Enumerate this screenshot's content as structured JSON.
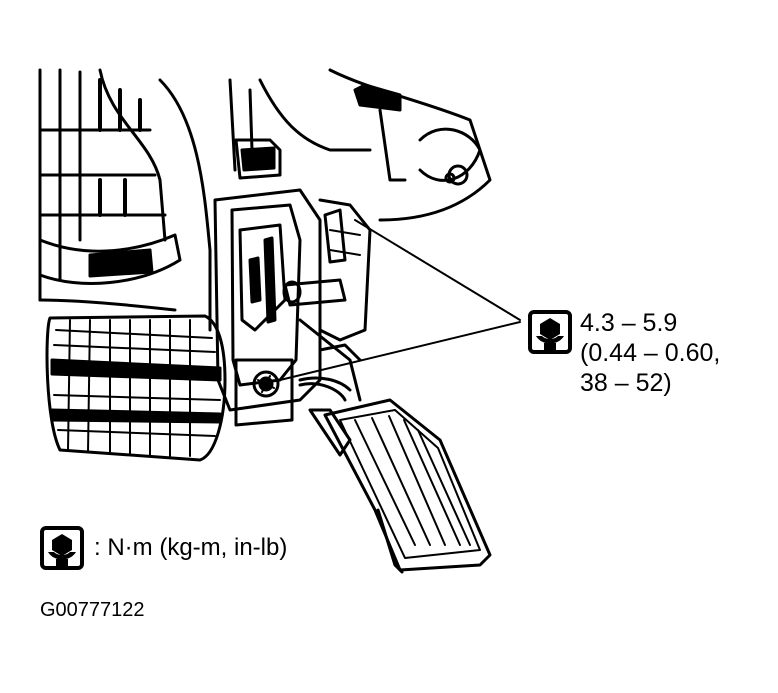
{
  "torque_spec": {
    "icon": "torque-wrench-icon",
    "lines": [
      "4.3 – 5.9",
      "(0.44 – 0.60,",
      "38 – 52)"
    ]
  },
  "legend": {
    "icon": "torque-wrench-icon",
    "text": ": N·m (kg-m, in-lb)"
  },
  "figure_id": "G00777122"
}
